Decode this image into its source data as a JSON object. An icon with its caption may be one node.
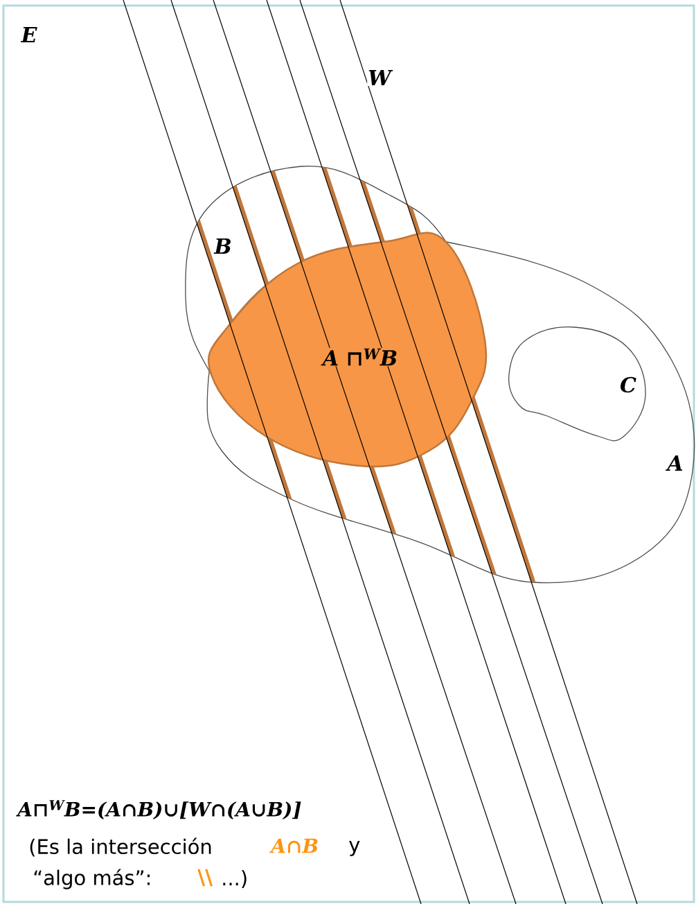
{
  "diagram": {
    "nodes": [
      {
        "text": [
          "E"
        ]
      },
      {
        "text": [
          "B"
        ],
        "in": 0
      },
      {
        "text": [
          "A ⊓$^{W}$B"
        ]
      },
      {
        "text": [
          "C"
        ],
        "in": 4
      },
      {
        "text": [
          "A"
        ],
        "in": 0
      }
    ],
    "labels": [
      "W",
      "A⊓$^{W}$B=(A∩B)∪[W∩(A∪B)]",
      "(Es la intersección",
      "A∩B",
      "y",
      "“algo más”:",
      "\\\\",
      "...)"
    ]
  }
}
